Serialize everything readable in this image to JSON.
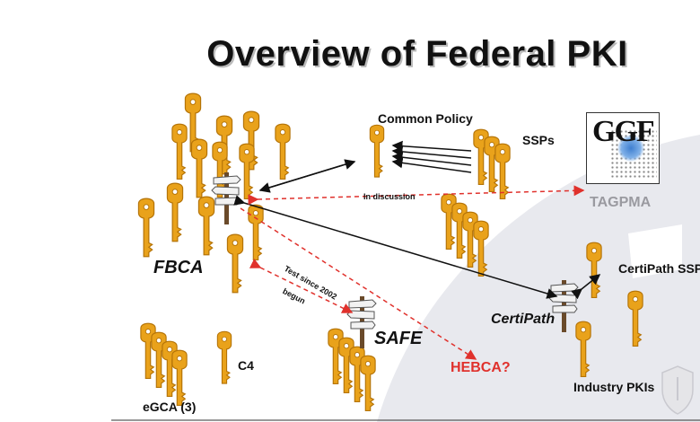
{
  "title": "Overview of Federal PKI",
  "labels": {
    "common_policy": "Common Policy",
    "ssps": "SSPs",
    "fbca": "FBCA",
    "in_discussion": "In discussion",
    "tagpma": "TAGPMA",
    "certipath": "CertiPath",
    "certipath_ssp": "CertiPath SSP",
    "test_since": "Test since 2002",
    "begun": "begun",
    "safe": "SAFE",
    "hebca": "HEBCA?",
    "industry_pkis": "Industry PKIs",
    "c4": "C4",
    "egca": "eGCA (3)"
  },
  "logo": {
    "text": "GGF"
  },
  "colors": {
    "key": "#e9a21b",
    "key_dark": "#b57408",
    "arrow_black": "#111111",
    "arrow_red": "#e0312c",
    "swoosh": "#e8e9ee"
  }
}
